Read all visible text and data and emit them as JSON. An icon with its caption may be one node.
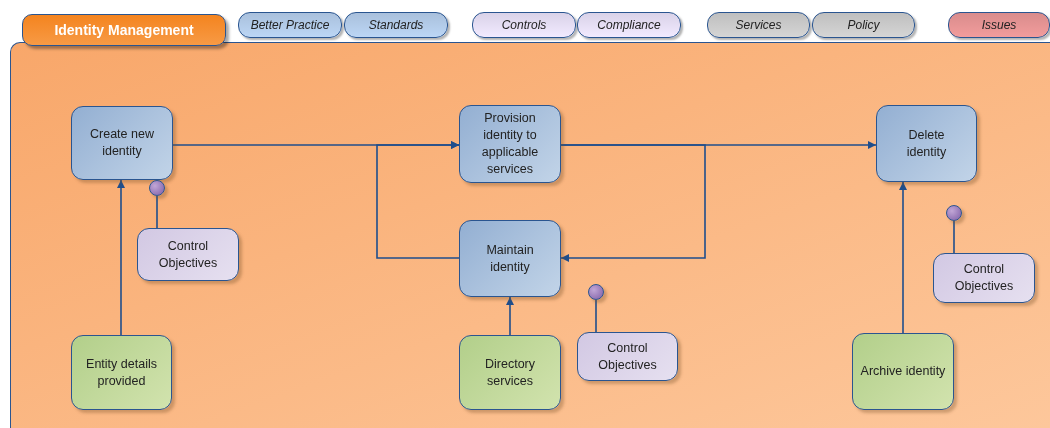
{
  "diagram": {
    "nodes": [
      {
        "text": [
          "Identity Management"
        ]
      },
      {
        "text": [
          "Create new identity"
        ],
        "in": 0
      },
      {
        "text": [
          "Provision identity to applicable services"
        ],
        "in": 0
      },
      {
        "text": [
          "Delete identity"
        ],
        "in": 0
      },
      {
        "text": [
          "Control Objectives"
        ],
        "in": 0
      },
      {
        "text": [
          "Maintain identity"
        ],
        "in": 0
      },
      {
        "text": [
          "Control Objectives"
        ],
        "in": 0
      },
      {
        "text": [
          "Control Objectives"
        ],
        "in": 0
      },
      {
        "text": [
          "Entity details provided"
        ],
        "in": 0
      },
      {
        "text": [
          "Directory services"
        ],
        "in": 0
      },
      {
        "text": [
          "Archive identity"
        ],
        "in": 0
      },
      {
        "text": [],
        "shape": "circle",
        "in": 0
      },
      {
        "text": [],
        "shape": "circle",
        "in": 0
      },
      {
        "text": [],
        "shape": "circle",
        "in": 0
      }
    ],
    "edges": [
      {
        "from": 1,
        "to": 2,
        "arrow": "to"
      },
      {
        "from": 2,
        "to": 3,
        "arrow": "to"
      },
      {
        "from": 2,
        "to": 5,
        "arrow": "to"
      },
      {
        "from": 5,
        "to": 2,
        "arrow": "to"
      },
      {
        "from": 8,
        "to": 1,
        "arrow": "to"
      },
      {
        "from": 9,
        "to": 5,
        "arrow": "to"
      },
      {
        "from": 10,
        "to": 3,
        "arrow": "to"
      },
      {
        "from": 4,
        "to": 11,
        "arrow": "none"
      },
      {
        "from": 7,
        "to": 12,
        "arrow": "none"
      },
      {
        "from": 6,
        "to": 13,
        "arrow": "none"
      }
    ],
    "legend": [
      {
        "text": "Better Practice",
        "color": "#a9c0dc"
      },
      {
        "text": "Standards",
        "color": "#a9c0dc"
      },
      {
        "text": "Controls",
        "color": "#d9d2e8"
      },
      {
        "text": "Compliance",
        "color": "#d9d2e8"
      },
      {
        "text": "Services",
        "color": "#bfbfbf"
      },
      {
        "text": "Policy",
        "color": "#bfbfbf"
      },
      {
        "text": "Issues",
        "color": "#d98c8c"
      }
    ]
  }
}
